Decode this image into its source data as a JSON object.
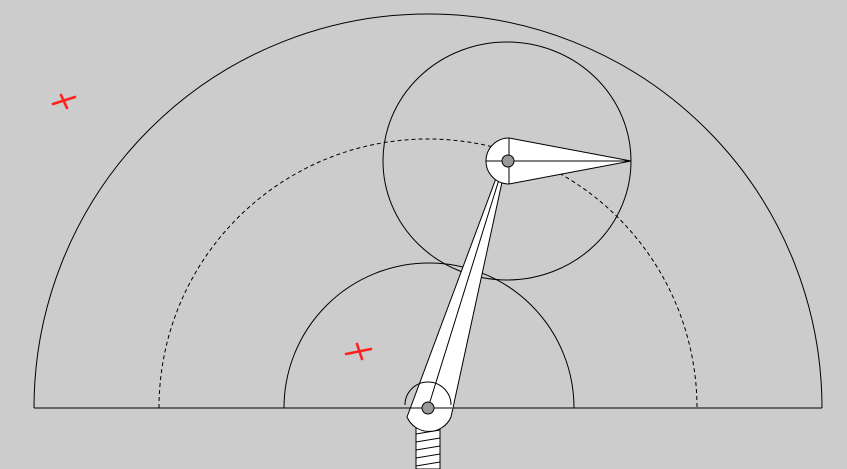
{
  "diagram": {
    "type": "two-link robot arm workspace",
    "background_color": "#cccccc",
    "line_color": "#000000",
    "link_fill_color": "#ffffff",
    "joint_color": "#999999",
    "target_marker_color": "#ff2020",
    "workspace_boundaries": [
      {
        "name": "outer-reach-boundary",
        "style": "solid"
      },
      {
        "name": "mid-reach-boundary",
        "style": "dashed"
      },
      {
        "name": "inner-reach-boundary",
        "style": "solid"
      }
    ],
    "elbow_reach_circle": {
      "style": "solid"
    },
    "links": [
      {
        "name": "upper-arm-link"
      },
      {
        "name": "forearm-link"
      }
    ],
    "joints": [
      {
        "name": "shoulder-joint"
      },
      {
        "name": "elbow-joint"
      }
    ],
    "targets": [
      {
        "name": "target-marker-1",
        "icon": "red-x-marker-icon"
      },
      {
        "name": "target-marker-2",
        "icon": "red-x-marker-icon"
      }
    ],
    "base": {
      "name": "base-post",
      "pattern": "hatched"
    }
  }
}
